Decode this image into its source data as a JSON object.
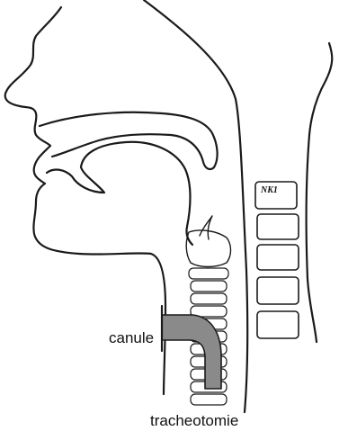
{
  "labels": {
    "canule": "canule",
    "tracheotomie": "tracheotomie",
    "vertebra_tag": "NK1"
  },
  "colors": {
    "ink": "#1a1a1a",
    "canule_fill": "#8a8a8a",
    "background": "#ffffff"
  }
}
